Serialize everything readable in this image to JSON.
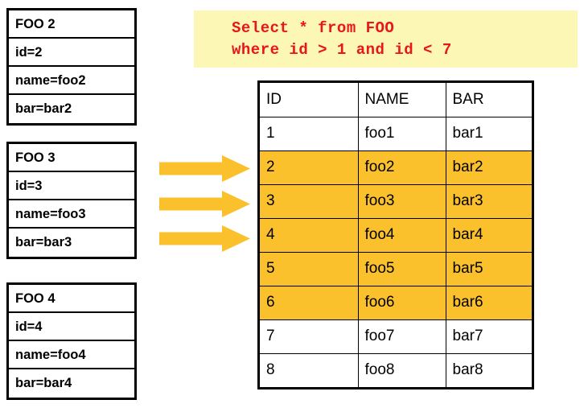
{
  "entities": [
    {
      "name": "entity-box-foo2",
      "title": "FOO 2",
      "fields": [
        "id=2",
        "name=foo2",
        "bar=bar2"
      ]
    },
    {
      "name": "entity-box-foo3",
      "title": "FOO 3",
      "fields": [
        "id=3",
        "name=foo3",
        "bar=bar3"
      ]
    },
    {
      "name": "entity-box-foo4",
      "title": "FOO 4",
      "fields": [
        "id=4",
        "name=foo4",
        "bar=bar4"
      ]
    }
  ],
  "sql": {
    "line1": "Select * from FOO",
    "line2": "where id > 1 and id < 7",
    "text_color": "#e8151b",
    "background_color": "#fcf7b5"
  },
  "arrows": {
    "count": 3,
    "direction": "right",
    "color": "#fbc12c",
    "label": "flow-arrow"
  },
  "result_table": {
    "columns": [
      "ID",
      "NAME",
      "BAR"
    ],
    "highlight_color": "#fbc12c",
    "rows": [
      {
        "id": "1",
        "name": "foo1",
        "bar": "bar1",
        "highlighted": false
      },
      {
        "id": "2",
        "name": "foo2",
        "bar": "bar2",
        "highlighted": true
      },
      {
        "id": "3",
        "name": "foo3",
        "bar": "bar3",
        "highlighted": true
      },
      {
        "id": "4",
        "name": "foo4",
        "bar": "bar4",
        "highlighted": true
      },
      {
        "id": "5",
        "name": "foo5",
        "bar": "bar5",
        "highlighted": true
      },
      {
        "id": "6",
        "name": "foo6",
        "bar": "bar6",
        "highlighted": true
      },
      {
        "id": "7",
        "name": "foo7",
        "bar": "bar7",
        "highlighted": false
      },
      {
        "id": "8",
        "name": "foo8",
        "bar": "bar8",
        "highlighted": false
      }
    ]
  }
}
